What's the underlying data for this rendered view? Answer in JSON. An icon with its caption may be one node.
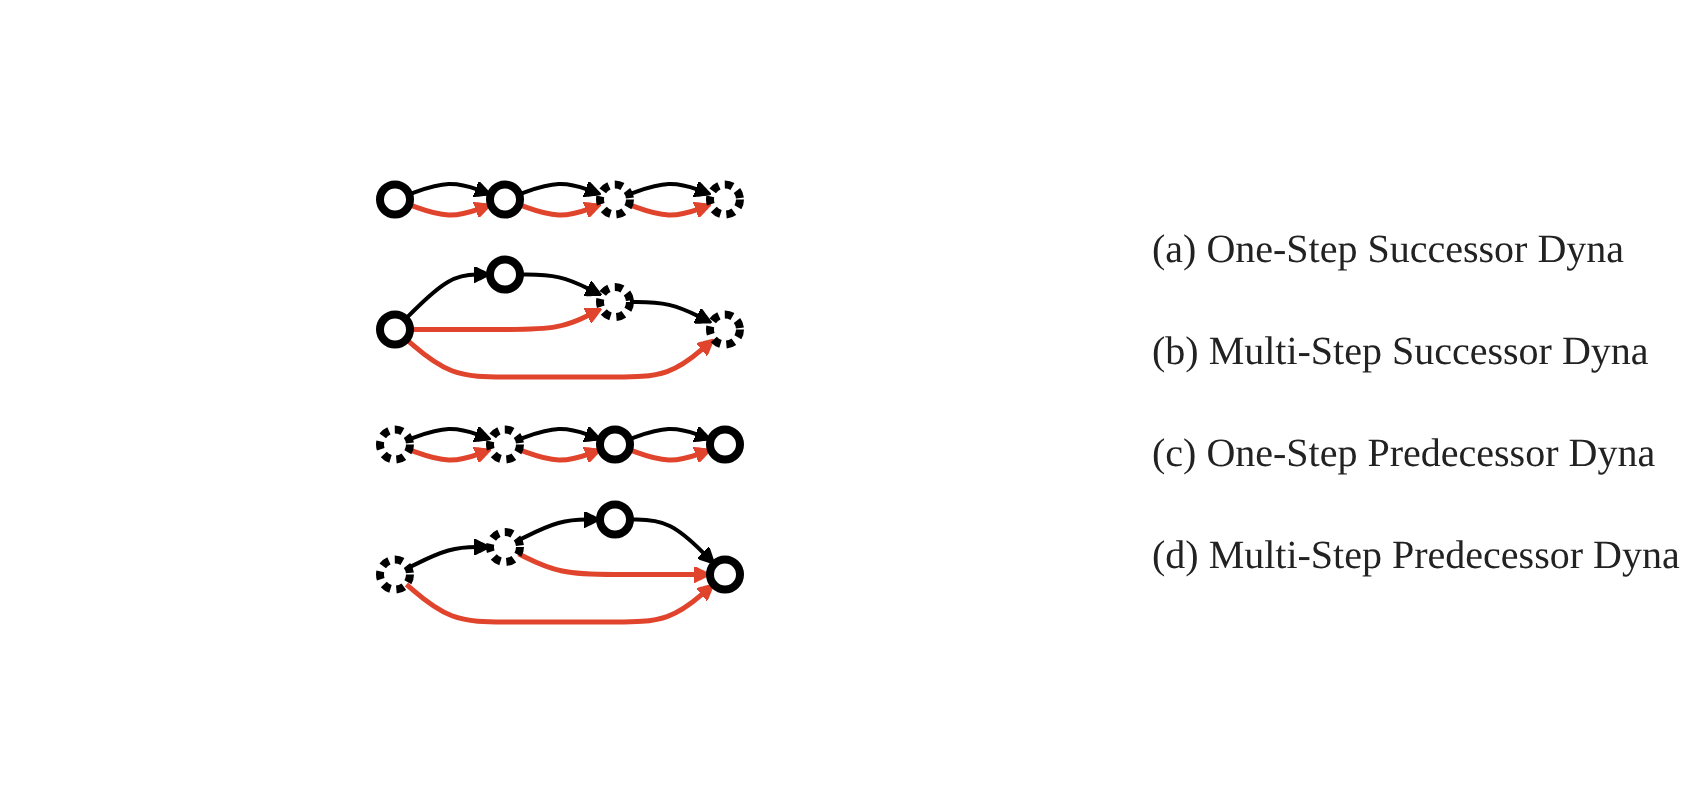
{
  "diagram": {
    "nodes": [
      {
        "text": [],
        "shape": "circle"
      },
      {
        "text": [],
        "shape": "circle"
      },
      {
        "text": [],
        "shape": "circle"
      },
      {
        "text": [],
        "shape": "circle"
      },
      {
        "text": [],
        "shape": "circle"
      },
      {
        "text": [],
        "shape": "circle"
      },
      {
        "text": [],
        "shape": "circle"
      },
      {
        "text": [],
        "shape": "circle"
      },
      {
        "text": [],
        "shape": "circle"
      },
      {
        "text": [],
        "shape": "circle"
      },
      {
        "text": [],
        "shape": "circle"
      },
      {
        "text": [],
        "shape": "circle"
      },
      {
        "text": [],
        "shape": "circle"
      },
      {
        "text": [],
        "shape": "circle"
      },
      {
        "text": [],
        "shape": "circle"
      },
      {
        "text": [],
        "shape": "circle"
      }
    ],
    "edges": [
      {
        "from": 0,
        "to": 1,
        "arrow": "to"
      },
      {
        "from": 1,
        "to": 2,
        "arrow": "to"
      },
      {
        "from": 2,
        "to": 3,
        "arrow": "to"
      },
      {
        "from": 0,
        "to": 1,
        "arrow": "to",
        "color": "#e0442c"
      },
      {
        "from": 1,
        "to": 2,
        "arrow": "to",
        "color": "#e0442c"
      },
      {
        "from": 2,
        "to": 3,
        "arrow": "to",
        "color": "#e0442c"
      },
      {
        "from": 4,
        "to": 5,
        "arrow": "to"
      },
      {
        "from": 5,
        "to": 6,
        "arrow": "to"
      },
      {
        "from": 6,
        "to": 7,
        "arrow": "to"
      },
      {
        "from": 4,
        "to": 6,
        "arrow": "to",
        "color": "#e0442c"
      },
      {
        "from": 4,
        "to": 7,
        "arrow": "to",
        "color": "#e0442c"
      },
      {
        "from": 8,
        "to": 9,
        "arrow": "to"
      },
      {
        "from": 9,
        "to": 10,
        "arrow": "to"
      },
      {
        "from": 10,
        "to": 11,
        "arrow": "to"
      },
      {
        "from": 8,
        "to": 9,
        "arrow": "to",
        "color": "#e0442c"
      },
      {
        "from": 9,
        "to": 10,
        "arrow": "to",
        "color": "#e0442c"
      },
      {
        "from": 10,
        "to": 11,
        "arrow": "to",
        "color": "#e0442c"
      },
      {
        "from": 12,
        "to": 13,
        "arrow": "to"
      },
      {
        "from": 13,
        "to": 14,
        "arrow": "to"
      },
      {
        "from": 14,
        "to": 15,
        "arrow": "to"
      },
      {
        "from": 12,
        "to": 15,
        "arrow": "to",
        "color": "#e0442c"
      },
      {
        "from": 13,
        "to": 15,
        "arrow": "to",
        "color": "#e0442c"
      }
    ],
    "labels": [
      "(a) One-Step Successor Dyna",
      "(b) Multi-Step Successor Dyna",
      "(c) One-Step Predecessor Dyna",
      "(d) Multi-Step Predecessor Dyna"
    ]
  }
}
